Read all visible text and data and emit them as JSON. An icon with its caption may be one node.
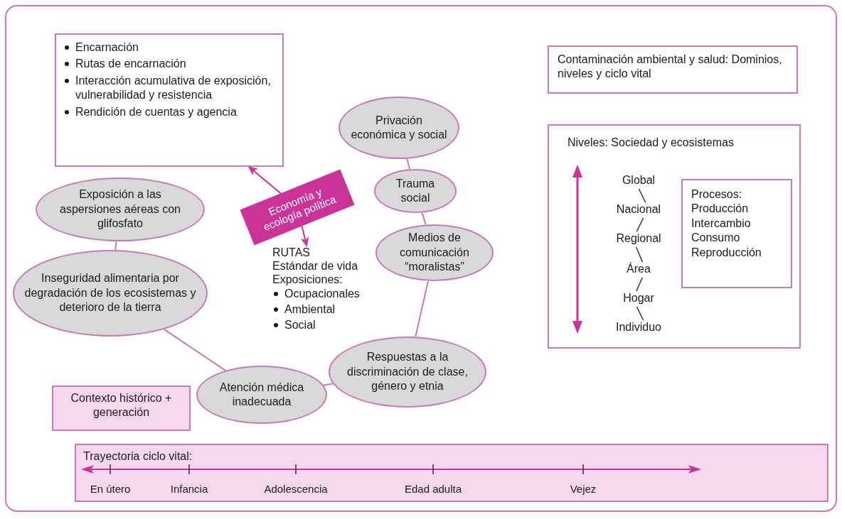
{
  "diagram": {
    "nodes": [
      {
        "text": [
          "Encarnación",
          "Rutas de encarnación",
          "Interacción acumulativa de exposición, vulnerabilidad y resistencia",
          "Rendición de cuentas y agencia"
        ]
      },
      {
        "text": [
          "Economía y ecología política"
        ]
      },
      {
        "text": [
          "RUTAS",
          "Estándar de vida",
          "Exposiciones:",
          "Ocupacionales",
          "Ambiental",
          "Social"
        ]
      },
      {
        "text": [
          "Privación económica y social"
        ]
      },
      {
        "text": [
          "Trauma social"
        ]
      },
      {
        "text": [
          "Medios de comunicación “moralistas”"
        ]
      },
      {
        "text": [
          "Respuestas a la discriminación de clase, género y etnia"
        ]
      },
      {
        "text": [
          "Atención médica inadecuada"
        ]
      },
      {
        "text": [
          "Inseguridad alimentaria por degradación de los ecosistemas y deterioro de la tierra"
        ]
      },
      {
        "text": [
          "Exposición a las aspersiones aéreas con glifosfato"
        ]
      },
      {
        "text": [
          "Contexto histórico + generación"
        ]
      },
      {
        "text": [
          "Contaminación ambiental y salud: Dominios, niveles y ciclo vital"
        ]
      },
      {
        "text": [
          "Niveles: Sociedad y ecosistemas"
        ]
      },
      {
        "text": [
          "Global"
        ],
        "in": 12
      },
      {
        "text": [
          "Nacional"
        ],
        "in": 12
      },
      {
        "text": [
          "Regional"
        ],
        "in": 12
      },
      {
        "text": [
          "Área"
        ],
        "in": 12
      },
      {
        "text": [
          "Hogar"
        ],
        "in": 12
      },
      {
        "text": [
          "Individuo"
        ],
        "in": 12
      },
      {
        "text": [
          "Procesos:",
          "Producción",
          "Intercambio",
          "Consumo",
          "Reproducción"
        ],
        "in": 12
      },
      {
        "text": [
          "Trayectoria ciclo vital:"
        ]
      }
    ],
    "edges": [
      {
        "from": 1,
        "to": 0,
        "arrow": "to"
      },
      {
        "from": 1,
        "to": 2,
        "arrow": "to"
      },
      {
        "from": 3,
        "to": 4,
        "arrow": "none"
      },
      {
        "from": 4,
        "to": 5,
        "arrow": "none"
      },
      {
        "from": 5,
        "to": 6,
        "arrow": "none"
      },
      {
        "from": 6,
        "to": 7,
        "arrow": "none"
      },
      {
        "from": 7,
        "to": 8,
        "arrow": "none"
      },
      {
        "from": 8,
        "to": 9,
        "arrow": "none"
      },
      {
        "from": 13,
        "to": 14,
        "arrow": "none",
        "color": "#333333"
      },
      {
        "from": 14,
        "to": 15,
        "arrow": "none",
        "color": "#333333"
      },
      {
        "from": 15,
        "to": 16,
        "arrow": "none",
        "color": "#333333"
      },
      {
        "from": 16,
        "to": 17,
        "arrow": "none",
        "color": "#333333"
      },
      {
        "from": 17,
        "to": 18,
        "arrow": "none",
        "color": "#333333"
      }
    ],
    "labels": [
      "En útero",
      "Infancia",
      "Adolescencia",
      "Edad adulta",
      "Vejez"
    ]
  }
}
